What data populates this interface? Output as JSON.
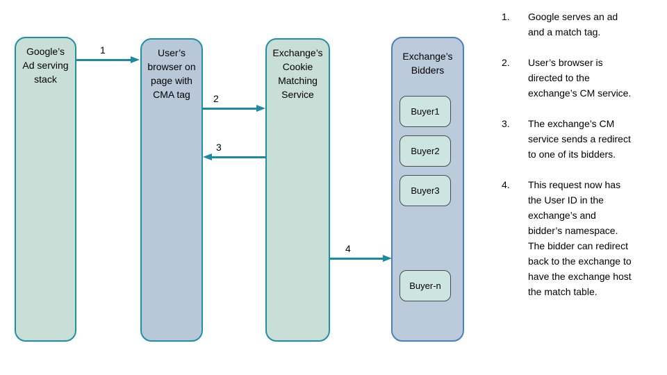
{
  "diagram": {
    "nodes": {
      "google": {
        "label": "Google’s\nAd serving\nstack"
      },
      "browser": {
        "label": "User’s\nbrowser on\npage with\nCMA tag"
      },
      "cm_service": {
        "label": "Exchange’s\nCookie\nMatching\nService"
      },
      "bidders": {
        "label": "Exchange’s\nBidders"
      }
    },
    "buyers": [
      {
        "label": "Buyer1"
      },
      {
        "label": "Buyer2"
      },
      {
        "label": "Buyer3"
      },
      {
        "label": "Buyer-n"
      }
    ],
    "arrows": [
      {
        "label": "1",
        "from": "google",
        "to": "browser"
      },
      {
        "label": "2",
        "from": "browser",
        "to": "cm_service"
      },
      {
        "label": "3",
        "from": "cm_service",
        "to": "browser"
      },
      {
        "label": "4",
        "from": "cm_service",
        "to": "bidders"
      }
    ],
    "colors": {
      "arrow_teal": "#1a8ba1",
      "node_border_teal": "#1e8fa6",
      "node_green_fill": "#c9ded7",
      "node_blue_fill": "#b9c8d8",
      "bidders_fill": "#bccbdb",
      "bidders_border": "#4d7ec0",
      "buyer_fill": "#cde5e0",
      "buyer_border": "#4a4a4a"
    }
  },
  "steps": {
    "items": [
      {
        "number": "1.",
        "text": "Google serves an ad and a match tag."
      },
      {
        "number": "2.",
        "text": "User’s browser is directed to the exchange’s CM service."
      },
      {
        "number": "3.",
        "text": "The exchange’s CM service sends a redirect to one of its bidders."
      },
      {
        "number": "4.",
        "text": "This request now has the User ID in the exchange’s and bidder’s namespace. The bidder can redirect back to the exchange to have the exchange host the match table."
      }
    ]
  }
}
